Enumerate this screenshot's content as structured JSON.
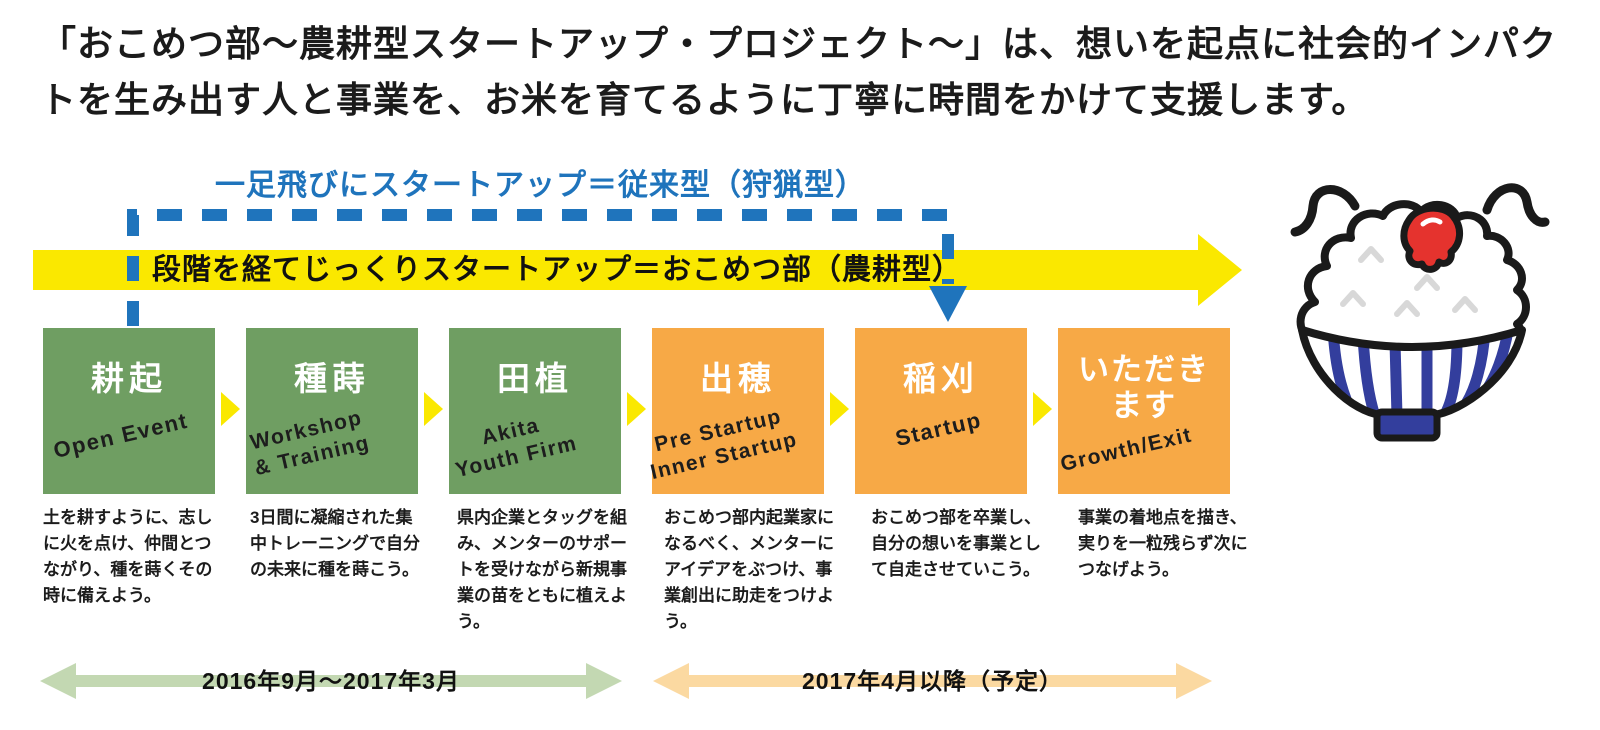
{
  "header": {
    "title": "「おこめつ部〜農耕型スタートアップ・プロジェクト〜」は、想いを起点に社会的インパクトを生み出す人と事業を、お米を育てるように丁寧に時間をかけて支援します。"
  },
  "flow": {
    "hunting_label": "一足飛びにスタートアップ＝従来型（狩猟型）",
    "farming_label": "段階を経てじっくりスタートアップ＝おこめつ部（農耕型）"
  },
  "stages": [
    {
      "name": "耕起",
      "label": "耕起",
      "en": "Open Event",
      "type": "green",
      "desc": "土を耕すように、志しに火を点け、仲間とつながり、種を蒔くその時に備えよう。"
    },
    {
      "name": "種蒔",
      "label": "種蒔",
      "en": "Workshop\n& Training",
      "type": "green",
      "desc": "3日間に凝縮された集中トレーニングで自分の未来に種を蒔こう。"
    },
    {
      "name": "田植",
      "label": "田植",
      "en": "Akita\nYouth Firm",
      "type": "green",
      "desc": "県内企業とタッグを組み、メンターのサポートを受けながら新規事業の苗をともに植えよう。"
    },
    {
      "name": "出穂",
      "label": "出穂",
      "en": "Pre Startup\nInner Startup",
      "type": "orange",
      "desc": "おこめつ部内起業家になるべく、メンターにアイデアをぶつけ、事業創出に助走をつけよう。"
    },
    {
      "name": "稲刈",
      "label": "稲刈",
      "en": "Startup",
      "type": "orange",
      "desc": "おこめつ部を卒業し、自分の想いを事業として自走させていこう。"
    },
    {
      "name": "いただきます",
      "label": "いただき\nます",
      "en": "Growth/Exit",
      "type": "orange",
      "desc": "事業の着地点を描き、実りを一粒残らず次につなげよう。"
    }
  ],
  "periods": [
    {
      "label": "2016年9月〜2017年3月",
      "color": "#c3d8b2"
    },
    {
      "label": "2017年4月以降（予定）",
      "color": "#fbd9a1"
    }
  ],
  "colors": {
    "green_box": "#6f9e62",
    "orange_box": "#f7a946",
    "route_yellow": "#fae800",
    "route_blue": "#1f74bc",
    "period_green": "#c3d8b2",
    "period_orange": "#fbd9a1",
    "bowl_stripe_navy": "#333e9d",
    "umeboshi_red": "#e5332e"
  },
  "illustration": {
    "name": "rice-bowl"
  }
}
